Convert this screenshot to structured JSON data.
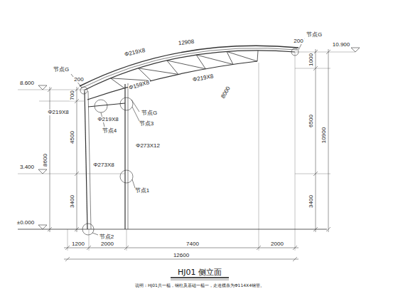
{
  "diagram": {
    "title": "HJ01 侧立面",
    "caption": "说明：HJ01共一榀，钢柱及基础一榀一，走道檩条为Φ114X4钢管。",
    "labels": [
      "200",
      "节点G",
      "Φ219X8",
      "12908",
      "200",
      "节点G",
      "10.900",
      "8.600",
      "700",
      "Φ159X8",
      "Φ219X8",
      "8000",
      "Φ219X8",
      "Φ219X8",
      "节点4",
      "节点3",
      "节点G",
      "Φ273X12",
      "4500",
      "8600",
      "3.400",
      "Φ273X8",
      "节点1",
      "3400",
      "6500",
      "1000",
      "3400",
      "10900",
      "±0.000",
      "节点2",
      "1200",
      "2000",
      "7400",
      "2000",
      "12600"
    ]
  }
}
